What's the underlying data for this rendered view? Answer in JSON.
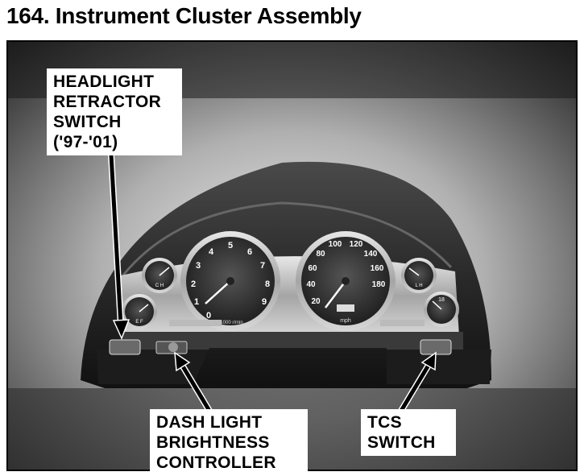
{
  "title": "164. Instrument Cluster Assembly",
  "callouts": {
    "headlight": "HEADLIGHT\nRETRACTOR\nSWITCH\n('97-'01)",
    "dash_light": "DASH LIGHT\nBRIGHTNESS\nCONTROLLER",
    "tcs": "TCS\nSWITCH"
  },
  "tachometer": {
    "numbers": [
      "0",
      "1",
      "2",
      "3",
      "4",
      "5",
      "6",
      "7",
      "8",
      "9"
    ],
    "readout": "x1000 r/min"
  },
  "speedometer": {
    "numbers": [
      "20",
      "40",
      "60",
      "80",
      "100",
      "120",
      "140",
      "160",
      "180"
    ],
    "unit": "mph"
  },
  "small_gauges": {
    "left_top": "C H",
    "left_bottom": "E F",
    "right_top": "L H",
    "right_bottom": "18"
  },
  "colors": {
    "ink": "#000000",
    "paper": "#ffffff"
  }
}
